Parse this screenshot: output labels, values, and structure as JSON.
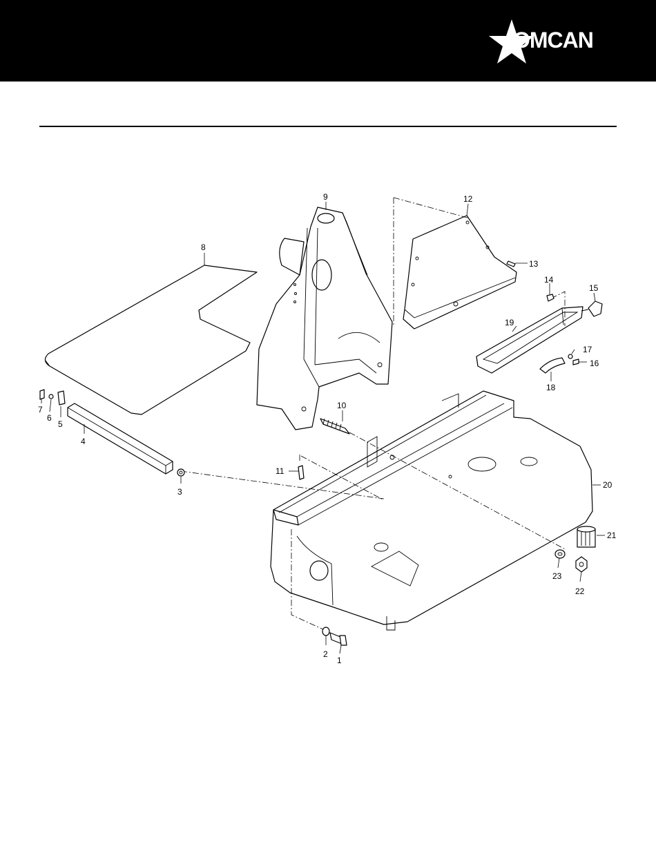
{
  "brand": {
    "name": "OMCAN",
    "colors": {
      "header_bg": "#000000",
      "logo": "#ffffff",
      "line": "#000000"
    }
  },
  "diagram": {
    "part_labels": [
      "1",
      "2",
      "3",
      "4",
      "5",
      "6",
      "7",
      "8",
      "9",
      "10",
      "11",
      "12",
      "13",
      "14",
      "15",
      "16",
      "17",
      "18",
      "19",
      "20",
      "21",
      "22",
      "23"
    ]
  }
}
